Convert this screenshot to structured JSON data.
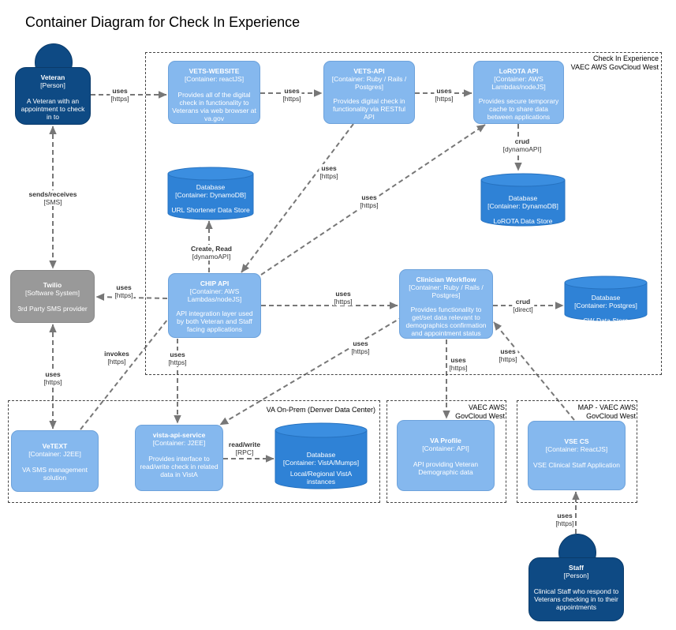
{
  "title": "Container Diagram for Check In Experience",
  "colors": {
    "container": "#85b8ee",
    "database": "#2f82d6",
    "person": "#0e4a84",
    "system": "#999999",
    "edge": "#777777"
  },
  "boundaries": {
    "check_in": [
      "Check In Experience",
      "VAEC AWS GovCloud West"
    ],
    "on_prem": [
      "VA On-Prem (Denver Data Center)"
    ],
    "vaec": [
      "VAEC AWS",
      "GovCloud West"
    ],
    "map": [
      "MAP - VAEC AWS",
      "GovCloud West"
    ]
  },
  "nodes": {
    "veteran": {
      "name": "Veteran",
      "type": "[Person]",
      "desc": "A Veteran with an appointment to check in to"
    },
    "staff": {
      "name": "Staff",
      "type": "[Person]",
      "desc": "Clinical Staff who respond to Veterans checking in to their appointments"
    },
    "twilio": {
      "name": "Twilio",
      "type": "[Software System]",
      "desc": "3rd Party SMS provider"
    },
    "vets_website": {
      "name": "VETS-WEBSITE",
      "type": "[Container: reactJS]",
      "desc": "Provides all of the digital check in functionality to Veterans via web browser at va.gov"
    },
    "vets_api": {
      "name": "VETS-API",
      "type": "[Container: Ruby / Rails / Postgres]",
      "desc": "Provides digital check in functionality via RESTful API"
    },
    "lorota_api": {
      "name": "LoROTA API",
      "type": "[Container: AWS Lambdas/nodeJS]",
      "desc": "Provides secure temporary cache to share data between applications"
    },
    "chip_api": {
      "name": "CHIP API",
      "type": "[Container: AWS Lambdas/nodeJS]",
      "desc": "API integration layer used by both Veteran and Staff facing applications"
    },
    "clinician_workflow": {
      "name": "Clinician Workflow",
      "type": "[Container: Ruby / Rails / Postgres]",
      "desc": "Provides functionality to get/set data relevant to demographics confirmation and appointment status"
    },
    "vetext": {
      "name": "VeTEXT",
      "type": "[Container: J2EE]",
      "desc": "VA SMS management solution"
    },
    "vista_api_service": {
      "name": "vista-api-service",
      "type": "[Container: J2EE]",
      "desc": "Provides interface to read/write check in related data in VistA"
    },
    "va_profile": {
      "name": "VA Profile",
      "type": "[Container: API]",
      "desc": "API providing Veteran Demographic data"
    },
    "vse_cs": {
      "name": "VSE CS",
      "type": "[Container: ReactJS]",
      "desc": "VSE Clinical Staff Application"
    },
    "url_shortener_db": {
      "name": "Database",
      "type": "[Container: DynamoDB]",
      "desc": "URL Shortener Data Store"
    },
    "lorota_db": {
      "name": "Database",
      "type": "[Container: DynamoDB]",
      "desc": "LoROTA Data Store"
    },
    "cw_db": {
      "name": "Database",
      "type": "[Container: Postgres]",
      "desc": "CW Data Store"
    },
    "vista_db": {
      "name": "Database",
      "type": "[Container: VistA/Mumps]",
      "desc": "Local/Regional VistA instances"
    }
  },
  "edges": {
    "veteran_to_website": {
      "label": "uses",
      "tech": "[https]"
    },
    "website_to_vetsapi": {
      "label": "uses",
      "tech": "[https]"
    },
    "vetsapi_to_lorota": {
      "label": "uses",
      "tech": "[https]"
    },
    "lorota_to_db": {
      "label": "crud",
      "tech": "[dynamoAPI]"
    },
    "vetsapi_to_chip": {
      "label": "uses",
      "tech": "[https]"
    },
    "chip_to_lorota": {
      "label": "uses",
      "tech": "[https]"
    },
    "chip_to_urldb": {
      "label": "Create, Read",
      "tech": "[dynamoAPI]"
    },
    "veteran_twilio": {
      "label": "sends/receives",
      "tech": "[SMS]"
    },
    "chip_to_twilio": {
      "label": "uses",
      "tech": "[https]"
    },
    "chip_to_cw": {
      "label": "uses",
      "tech": "[https]"
    },
    "cw_to_db": {
      "label": "crud",
      "tech": "[direct]"
    },
    "vetext_to_chip": {
      "label": "invokes",
      "tech": "[https]"
    },
    "chip_to_vista": {
      "label": "uses",
      "tech": "[https]"
    },
    "cw_to_vista": {
      "label": "uses",
      "tech": "[https]"
    },
    "cw_to_vaprofile": {
      "label": "uses",
      "tech": "[https]"
    },
    "vse_to_cw": {
      "label": "uses",
      "tech": "[https]"
    },
    "twilio_vetext": {
      "label": "uses",
      "tech": "[https]"
    },
    "vista_to_db": {
      "label": "read/write",
      "tech": "[RPC]"
    },
    "staff_to_vse": {
      "label": "uses",
      "tech": "[https]"
    }
  }
}
